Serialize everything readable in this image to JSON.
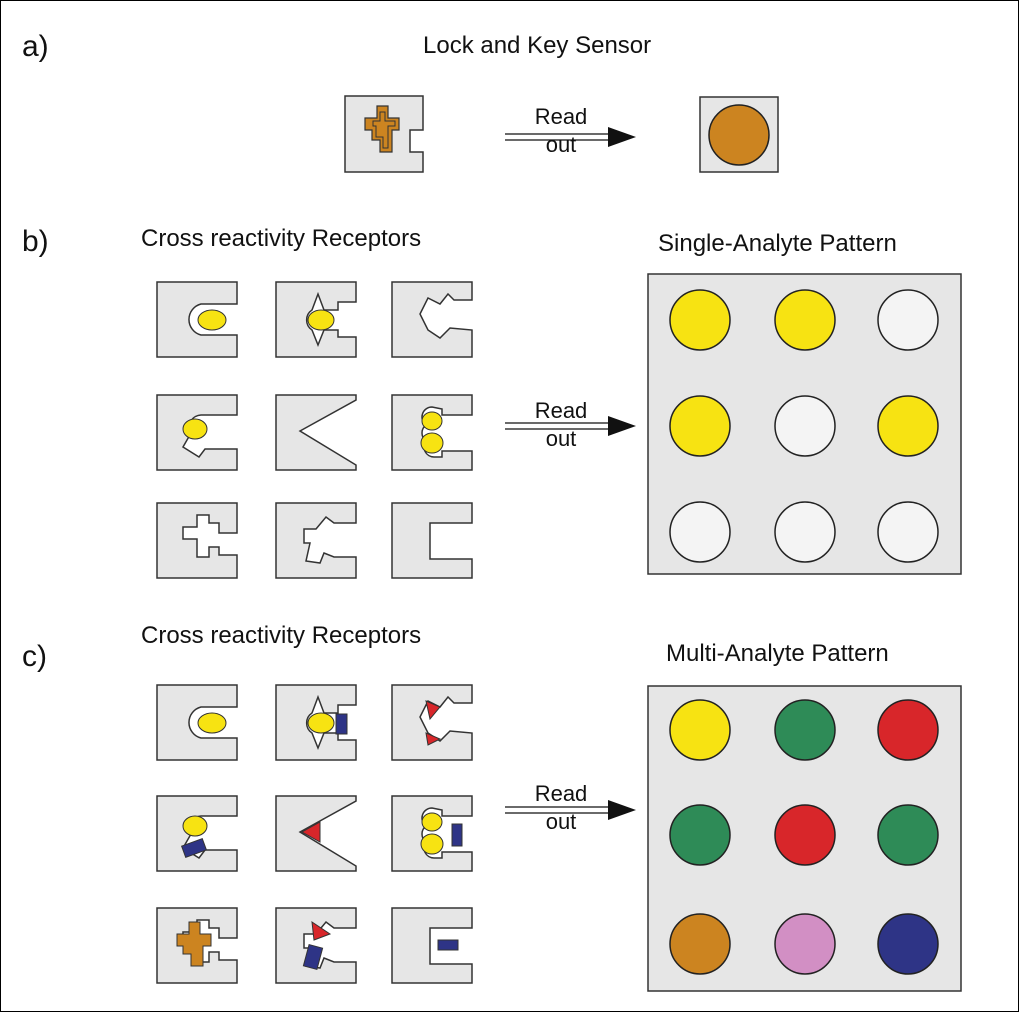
{
  "colors": {
    "box_fill": "#e6e6e6",
    "box_stroke": "#333333",
    "yellow": "#f7e312",
    "orange": "#cc8420",
    "green": "#2e8b57",
    "red": "#d8262a",
    "pink": "#d28fc4",
    "navy": "#2e3486",
    "empty": "#f4f4f4"
  },
  "panel_a": {
    "letter": "a)",
    "title": "Lock and Key Sensor",
    "arrow_line1": "Read",
    "arrow_line2": "out",
    "result_color": "orange"
  },
  "panel_b": {
    "letter": "b)",
    "left_title": "Cross reactivity Receptors",
    "right_title": "Single-Analyte Pattern",
    "arrow_line1": "Read",
    "arrow_line2": "out",
    "pattern": [
      [
        "yellow",
        "yellow",
        "empty"
      ],
      [
        "yellow",
        "empty",
        "yellow"
      ],
      [
        "empty",
        "empty",
        "empty"
      ]
    ]
  },
  "panel_c": {
    "letter": "c)",
    "left_title": "Cross reactivity Receptors",
    "right_title": "Multi-Analyte Pattern",
    "arrow_line1": "Read",
    "arrow_line2": "out",
    "pattern": [
      [
        "yellow",
        "green",
        "red"
      ],
      [
        "green",
        "red",
        "green"
      ],
      [
        "orange",
        "pink",
        "navy"
      ]
    ]
  }
}
